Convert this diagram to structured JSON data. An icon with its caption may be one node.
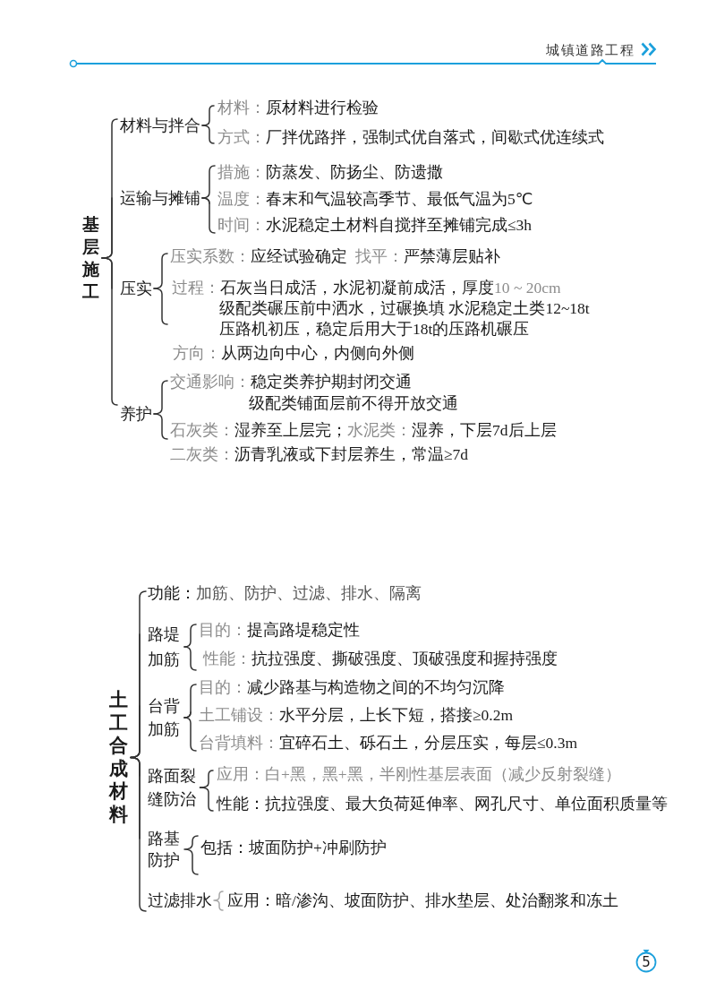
{
  "diagram": {
    "nodes": [
      {
        "text": [
          "基层施工"
        ]
      },
      {
        "text": [
          "材料与拌合"
        ]
      },
      {
        "text": [
          "材料：",
          "原材料进行检验"
        ]
      },
      {
        "text": [
          "方式：",
          "厂拌优路拌，强制式优自落式，间歇式优连续式"
        ]
      },
      {
        "text": [
          "运输与摊铺"
        ]
      },
      {
        "text": [
          "措施：",
          "防蒸发、防扬尘、防遗撒"
        ]
      },
      {
        "text": [
          "温度：",
          "春末和气温较高季节、最低气温为5℃"
        ]
      },
      {
        "text": [
          "时间：",
          "水泥稳定土材料自搅拌至摊铺完成≤3h"
        ]
      },
      {
        "text": [
          "压实"
        ]
      },
      {
        "text": [
          "压实系数：",
          "应经试验确定",
          "找平：",
          "严禁薄层贴补"
        ]
      },
      {
        "text": [
          "过程：",
          "石灰当日成活，水泥初凝前成活，厚度",
          "10 ~ 20cm",
          "级配类碾压前中洒水，过碾换填 水泥稳定土类12~18t",
          "压路机初压，稳定后用大于18t的压路机碾压"
        ]
      },
      {
        "text": [
          "养护"
        ]
      },
      {
        "text": [
          "交通影响：",
          "稳定类养护期封闭交通",
          "级配类铺面层前不得开放交通"
        ]
      },
      {
        "text": [
          "石灰类：",
          "湿养至上层完；",
          "水泥类：",
          "湿养，下层7d后上层"
        ]
      },
      {
        "text": [
          "土工合成材料"
        ]
      },
      {
        "text": [
          "功能：",
          "加筋、防护、过滤、排水、隔离"
        ]
      },
      {
        "text": [
          "路堤加筋"
        ]
      },
      {
        "text": [
          "目的：",
          "提高路堤稳定性"
        ]
      },
      {
        "text": [
          "性能：",
          "抗拉强度、撕破强度、顶破强度和握持强度"
        ]
      },
      {
        "text": [
          "台背加筋"
        ]
      },
      {
        "text": [
          "目的：",
          "减少路基与构造物之间的不均匀沉降"
        ]
      },
      {
        "text": [
          "土工铺设：",
          "水平分层，上长下短，搭接≥0.2m"
        ]
      },
      {
        "text": [
          "台背填料：",
          "宜碎石土、砾石土，分层压实，每层≤0.3m"
        ]
      },
      {
        "text": [
          "路面裂缝防治"
        ]
      },
      {
        "text": [
          "应用：",
          "白+黑，黑+黑，半刚性基层表面（减少反射裂缝）"
        ]
      },
      {
        "text": [
          "性能：",
          "抗拉强度、最大负荷延伸率、网孔尺寸、单位面积质量等"
        ]
      },
      {
        "text": [
          "路基防护"
        ]
      },
      {
        "text": [
          "包括：",
          "坡面防护+冲刷防护"
        ]
      },
      {
        "text": [
          "过滤排水"
        ]
      },
      {
        "text": [
          "应用：",
          "暗/渗沟、坡面防护、排水垫层、处治翻浆和冻土"
        ]
      }
    ],
    "edges": [
      {
        "from": 0,
        "to": 1,
        "arrow": "none"
      },
      {
        "from": 0,
        "to": 4,
        "arrow": "none"
      },
      {
        "from": 0,
        "to": 8,
        "arrow": "none"
      },
      {
        "from": 0,
        "to": 11,
        "arrow": "none"
      },
      {
        "from": 1,
        "to": 2,
        "arrow": "none"
      },
      {
        "from": 1,
        "to": 3,
        "arrow": "none"
      },
      {
        "from": 4,
        "to": 5,
        "arrow": "none"
      },
      {
        "from": 4,
        "to": 6,
        "arrow": "none"
      },
      {
        "from": 4,
        "to": 7,
        "arrow": "none"
      },
      {
        "from": 8,
        "to": 9,
        "arrow": "none"
      },
      {
        "from": 8,
        "to": 10,
        "arrow": "none"
      },
      {
        "from": 11,
        "to": 12,
        "arrow": "none"
      },
      {
        "from": 11,
        "to": 13,
        "arrow": "none"
      },
      {
        "from": 14,
        "to": 15,
        "arrow": "none"
      },
      {
        "from": 14,
        "to": 16,
        "arrow": "none"
      },
      {
        "from": 14,
        "to": 19,
        "arrow": "none"
      },
      {
        "from": 14,
        "to": 23,
        "arrow": "none"
      },
      {
        "from": 14,
        "to": 26,
        "arrow": "none"
      },
      {
        "from": 14,
        "to": 28,
        "arrow": "none"
      },
      {
        "from": 16,
        "to": 17,
        "arrow": "none"
      },
      {
        "from": 16,
        "to": 18,
        "arrow": "none"
      },
      {
        "from": 19,
        "to": 20,
        "arrow": "none"
      },
      {
        "from": 19,
        "to": 21,
        "arrow": "none"
      },
      {
        "from": 19,
        "to": 22,
        "arrow": "none"
      },
      {
        "from": 23,
        "to": 24,
        "arrow": "none"
      },
      {
        "from": 23,
        "to": 25,
        "arrow": "none"
      },
      {
        "from": 26,
        "to": 27,
        "arrow": "none"
      },
      {
        "from": 28,
        "to": 29,
        "arrow": "none",
        "color": "#a6a6a6"
      }
    ],
    "labels": [
      "城镇道路工程",
      "方向：",
      "从两边向中心，内侧向外侧",
      "二灰类：",
      "沥青乳液或下封层养生，常温≥7d",
      "5"
    ]
  }
}
